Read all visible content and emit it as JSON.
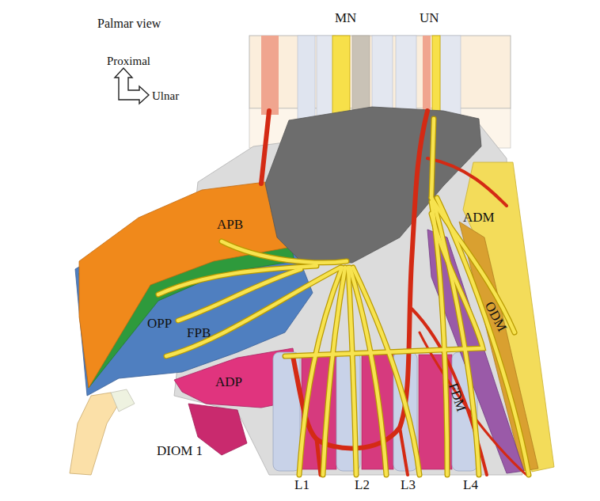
{
  "diagram": {
    "title": "Palmar view",
    "labels": [
      "Proximal",
      "Ulnar",
      "MN",
      "UN",
      "APB",
      "OPP",
      "FPB",
      "ADP",
      "DIOM 1",
      "ADM",
      "ODM",
      "FDM",
      "L1",
      "L2",
      "L3",
      "L4"
    ]
  }
}
